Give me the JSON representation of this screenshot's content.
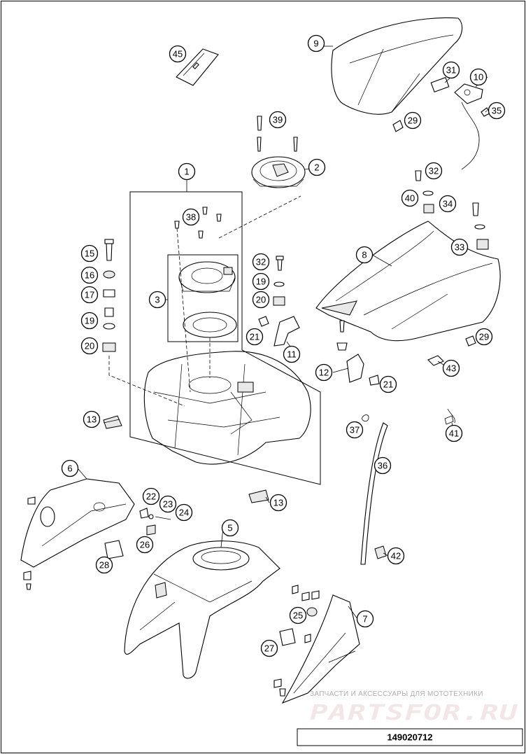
{
  "diagram_ref": "149020712",
  "watermark": {
    "tagline": "ЗАПЧАСТИ И АКСЕССУАРЫ ДЛЯ МОТОТЕХНИКИ",
    "brand": "PARTSFOR.RU"
  },
  "callouts": [
    "1",
    "2",
    "3",
    "5",
    "6",
    "7",
    "8",
    "9",
    "10",
    "11",
    "12",
    "13",
    "13",
    "15",
    "16",
    "17",
    "19",
    "19",
    "20",
    "20",
    "21",
    "21",
    "22",
    "23",
    "24",
    "25",
    "26",
    "27",
    "28",
    "29",
    "29",
    "31",
    "32",
    "32",
    "33",
    "34",
    "35",
    "36",
    "37",
    "38",
    "39",
    "40",
    "41",
    "42",
    "43",
    "45"
  ],
  "colors": {
    "line": "#000000",
    "watermark_red": "#d86a6a",
    "watermark_grey": "#b0b0b0"
  }
}
